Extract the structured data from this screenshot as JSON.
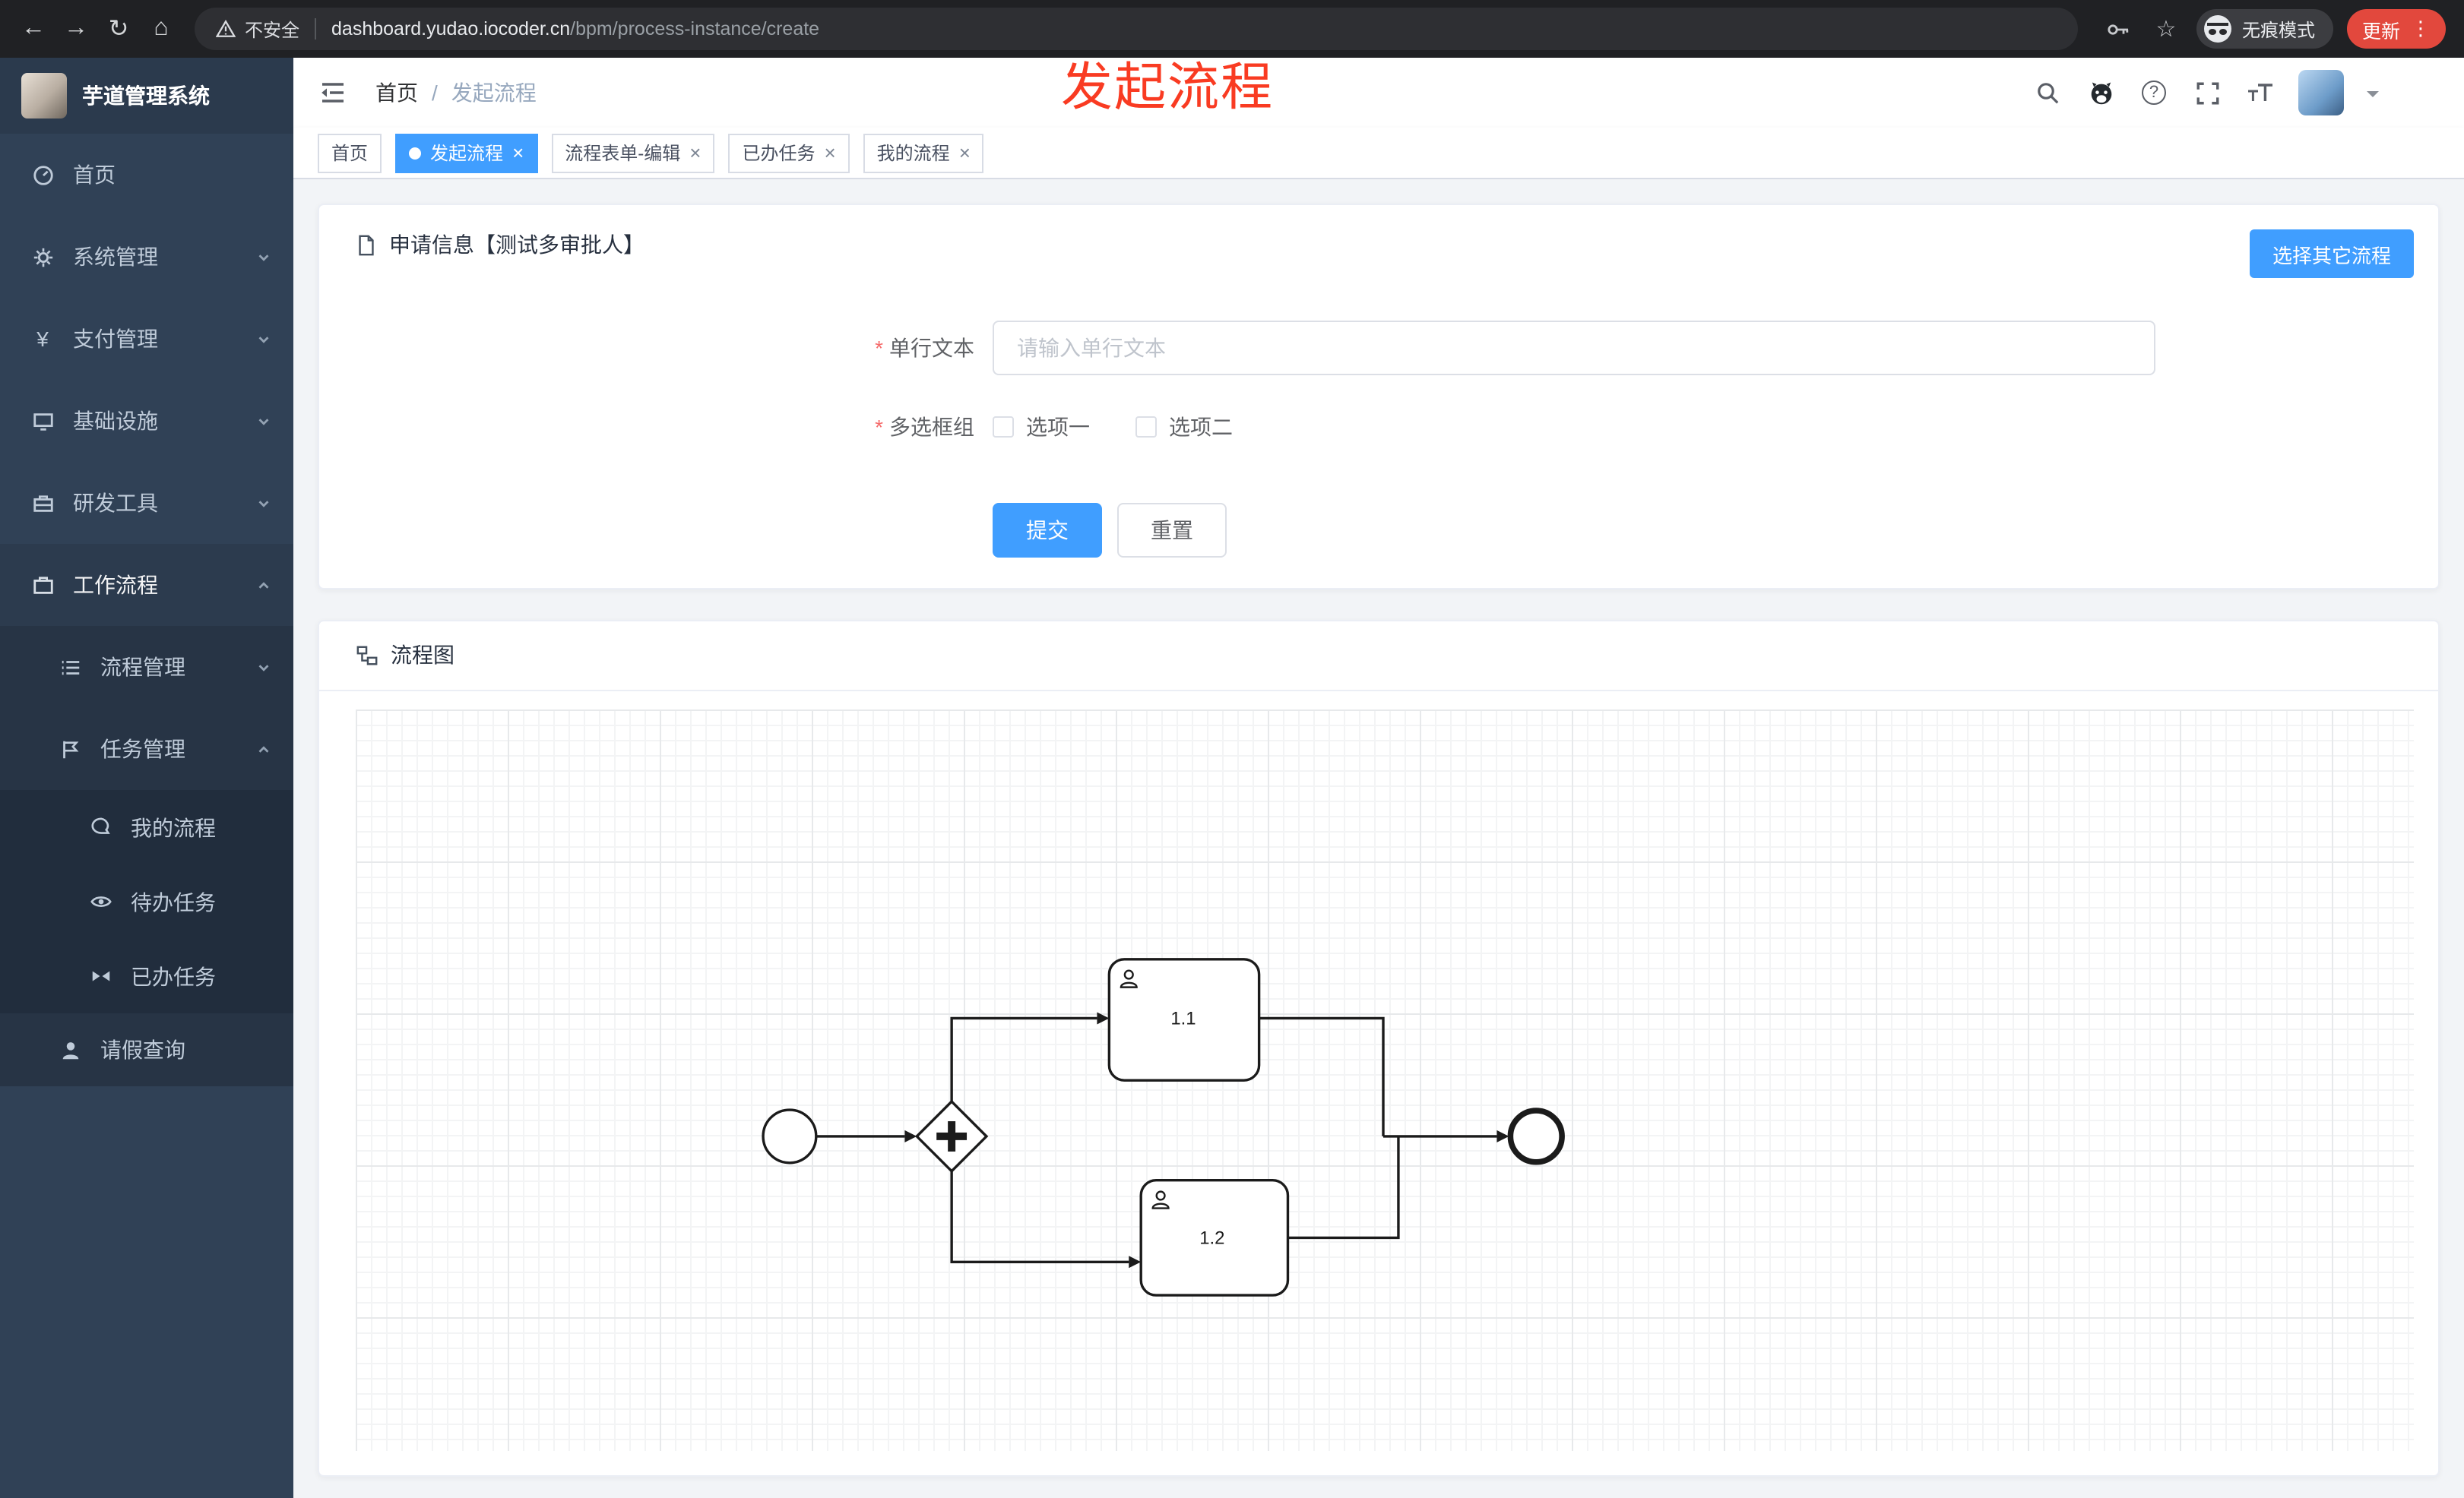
{
  "colors": {
    "primary": "#409eff",
    "sidebar_bg": "#304156",
    "sidebar_sub_bg": "#273445",
    "sidebar_deep_bg": "#212d3d",
    "annotation_red": "#f93b22",
    "update_red": "#e2483d"
  },
  "icons": {
    "back": "←",
    "forward": "→",
    "refresh": "↻",
    "home": "⌂",
    "star": "☆",
    "ellipsis_v": "⋮",
    "yen": "¥",
    "question": "?",
    "close": "×"
  },
  "browser": {
    "security_label": "不安全",
    "url_domain": "dashboard.yudao.iocoder.cn",
    "url_path": "/bpm/process-instance/create",
    "incognito_label": "无痕模式",
    "update_label": "更新"
  },
  "annotation": {
    "text": "发起流程"
  },
  "sidebar": {
    "logo_title": "芋道管理系统",
    "items": [
      {
        "label": "首页"
      },
      {
        "label": "系统管理"
      },
      {
        "label": "支付管理"
      },
      {
        "label": "基础设施"
      },
      {
        "label": "研发工具"
      },
      {
        "label": "工作流程"
      }
    ],
    "sub_items": [
      {
        "label": "流程管理"
      },
      {
        "label": "任务管理"
      }
    ],
    "task_items": [
      {
        "label": "我的流程"
      },
      {
        "label": "待办任务"
      },
      {
        "label": "已办任务"
      }
    ],
    "extra_items": [
      {
        "label": "请假查询"
      }
    ]
  },
  "topbar": {
    "breadcrumb": {
      "home": "首页",
      "separator": "/",
      "current": "发起流程"
    }
  },
  "tabs": [
    {
      "label": "首页",
      "closable": false,
      "active": false
    },
    {
      "label": "发起流程",
      "closable": true,
      "active": true
    },
    {
      "label": "流程表单-编辑",
      "closable": true,
      "active": false
    },
    {
      "label": "已办任务",
      "closable": true,
      "active": false
    },
    {
      "label": "我的流程",
      "closable": true,
      "active": false
    }
  ],
  "apply_card": {
    "title": "申请信息【测试多审批人】",
    "choose_other_button": "选择其它流程",
    "required_mark": "*",
    "text_field": {
      "label": "单行文本",
      "placeholder": "请输入单行文本",
      "value": ""
    },
    "checkbox_group": {
      "label": "多选框组",
      "options": [
        {
          "label": "选项一",
          "checked": false
        },
        {
          "label": "选项二",
          "checked": false
        }
      ]
    },
    "submit_label": "提交",
    "reset_label": "重置"
  },
  "diagram_card": {
    "title": "流程图",
    "tasks": [
      {
        "label": "1.1"
      },
      {
        "label": "1.2"
      }
    ]
  }
}
